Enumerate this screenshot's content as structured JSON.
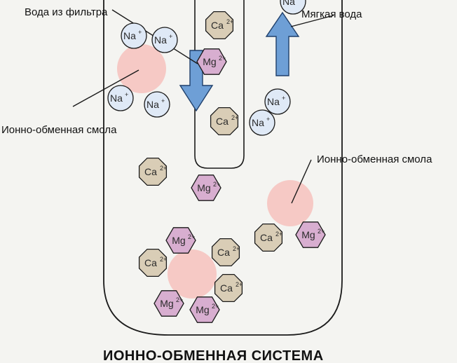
{
  "labels": {
    "filter_water": "Вода из фильтра",
    "soft_water": "Мягкая вода",
    "resin_left": "Ионно-обменная смола",
    "resin_right": "Ионно-обменная смола",
    "caption": "ИОННО-ОБМЕННАЯ СИСТЕМА"
  },
  "ions": {
    "na": {
      "symbol": "Na",
      "charge": "+"
    },
    "ca": {
      "symbol": "Ca",
      "charge": "2+"
    },
    "mg": {
      "symbol": "Mg",
      "charge": "2+"
    }
  },
  "colors": {
    "na_fill": "#dfe9f6",
    "ca_fill": "#d9cdb6",
    "mg_fill": "#d8aed0",
    "resin": "#f6c4c0",
    "arrow": "#6e9fd6",
    "outline": "#1a1a1a"
  }
}
